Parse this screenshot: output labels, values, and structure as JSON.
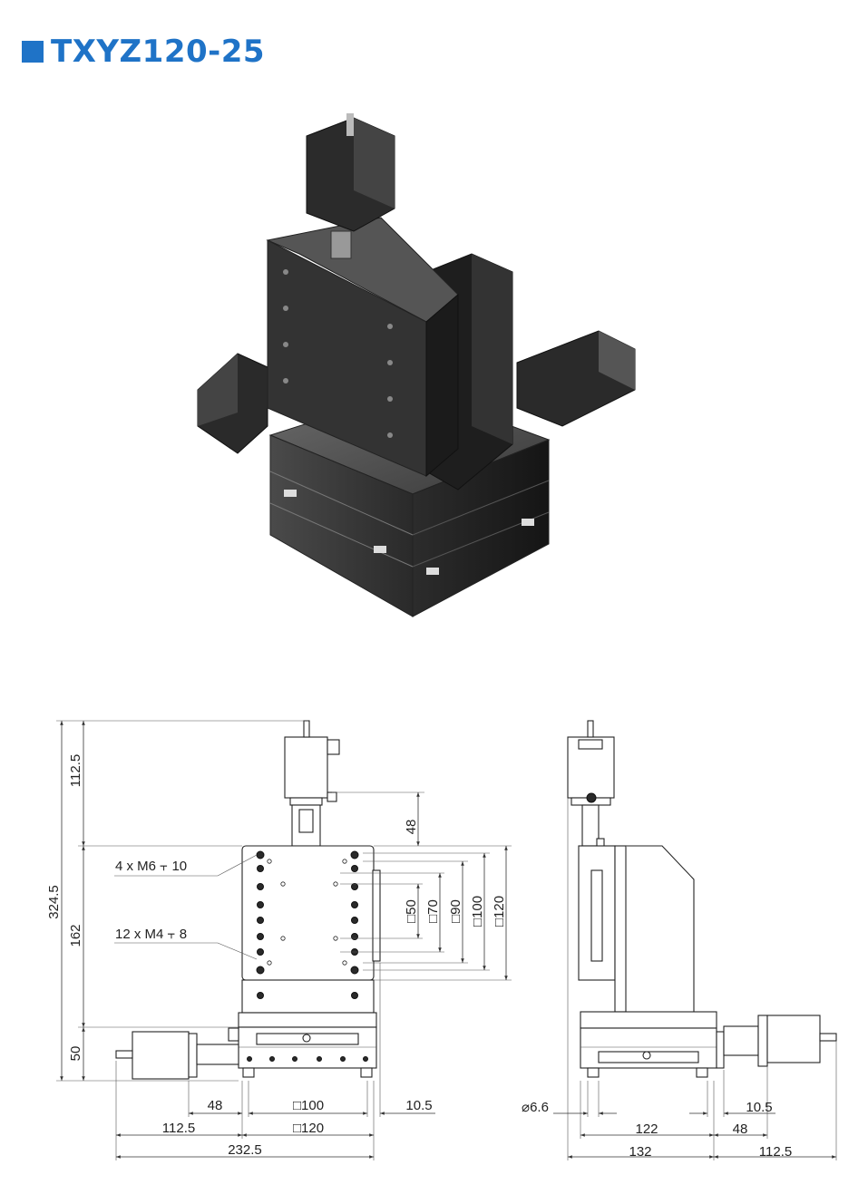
{
  "title": "TXYZ120-25",
  "colors": {
    "accent": "#1f73c7"
  },
  "front_view": {
    "dims": {
      "total_height": "324.5",
      "motor_height": "112.5",
      "plate_height": "162",
      "base_height": "50",
      "motor_offset": "48",
      "side_motor_offset": "48",
      "sq100": "□100",
      "sq120": "□120",
      "side_len": "112.5",
      "overall_width": "232.5",
      "right_offset": "10.5"
    },
    "callouts": {
      "m6": "4 x  M6 ⫟ 10",
      "m4": "12 x  M4 ⫟ 8"
    },
    "hole_squares": [
      "□50",
      "□70",
      "□90",
      "□100",
      "□120"
    ]
  },
  "side_view": {
    "dims": {
      "hole_dia": "⌀6.6",
      "right_offset": "10.5",
      "w122": "122",
      "w48": "48",
      "w132": "132",
      "motor_len": "112.5"
    }
  }
}
